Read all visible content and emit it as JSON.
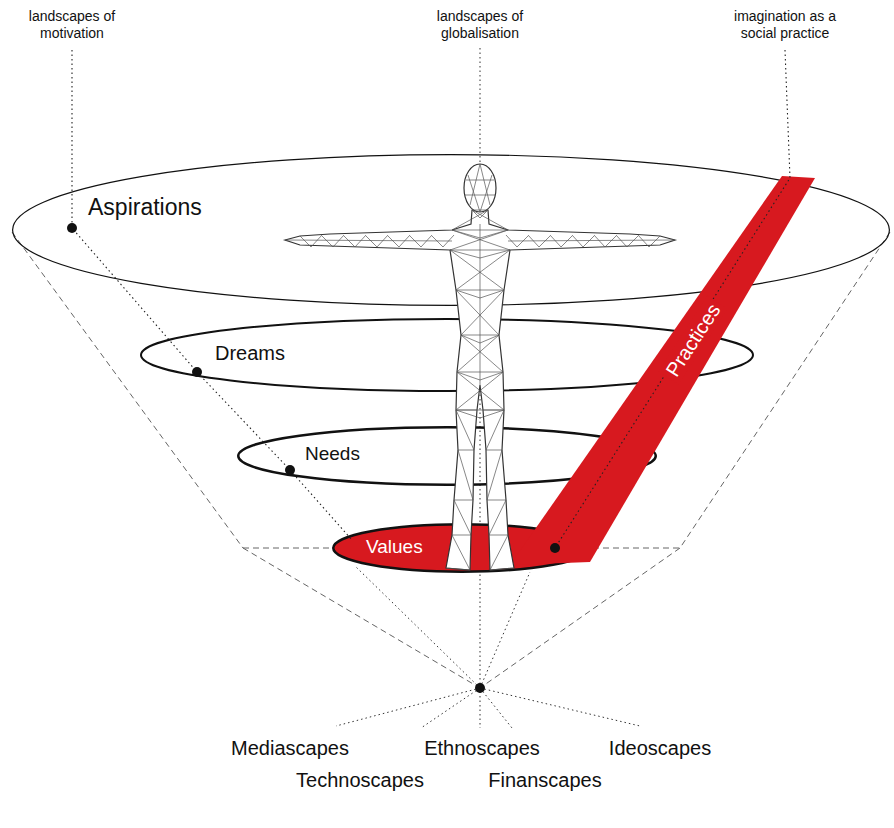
{
  "diagram": {
    "nodes": [
      {
        "text": [
          "Aspirations"
        ]
      },
      {
        "text": [
          "Dreams"
        ]
      },
      {
        "text": [
          "Needs"
        ]
      },
      {
        "text": [
          "Values"
        ]
      },
      {
        "text": [
          "Practices"
        ]
      }
    ],
    "labels": [
      "landscapes of motivation",
      "landscapes of globalisation",
      "imagination as a social practice",
      "Mediascapes",
      "Ethnoscapes",
      "Ideoscapes",
      "Technoscapes",
      "Finanscapes"
    ]
  }
}
